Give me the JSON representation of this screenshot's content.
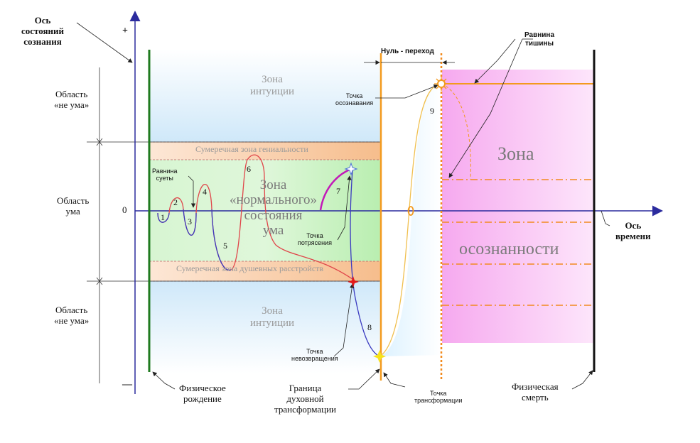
{
  "axis": {
    "states_title": "Ось\nсостояний\nсознания",
    "plus": "+",
    "minus": "—",
    "zero": "0",
    "time_title": "Ось\nвремени"
  },
  "regions": {
    "no_mind_top": "Область\n«не ума»",
    "mind": "Область\nума",
    "no_mind_bottom": "Область\n«не ума»"
  },
  "zones": {
    "intuition_top": "Зона\nинтуиции",
    "genius": "Сумеречная зона гениальности",
    "normal": "Зона\n«нормального»\nсостояния\nума",
    "disorders": "Сумеречная зона душевных расстройств",
    "intuition_bottom": "Зона\nинтуиции",
    "awareness_1": "Зона",
    "awareness_2": "осознанности"
  },
  "points": {
    "plain_fuss": "Равнина\nсуеты",
    "shock": "Точка\nпотрясения",
    "no_return": "Точка\nневозвращения",
    "awareness": "Точка\nосознавания",
    "transformation": "Точка\nтрансформации",
    "zero_transition": "Нуль - переход",
    "plain_silence": "Равнина\nтишины"
  },
  "boundaries": {
    "birth": "Физическое\nрождение",
    "border": "Граница\nдуховной\nтрансформации",
    "death": "Физическая\nсмерть"
  },
  "numbers": [
    "1",
    "2",
    "3",
    "4",
    "5",
    "6",
    "7",
    "8",
    "9"
  ],
  "colors": {
    "axis": "#2b2b9e",
    "birth_line": "#1f7a1f",
    "orange": "#f39a1e",
    "awareness_pink": "#f7b6f0",
    "genius_band": "#f7c79a",
    "normal_green": "#c9f2c4",
    "intuition_blue": "#cfe8f9",
    "curve_red": "#e0454a",
    "curve_blue": "#3a3ac0",
    "magenta": "#c21ab8"
  }
}
